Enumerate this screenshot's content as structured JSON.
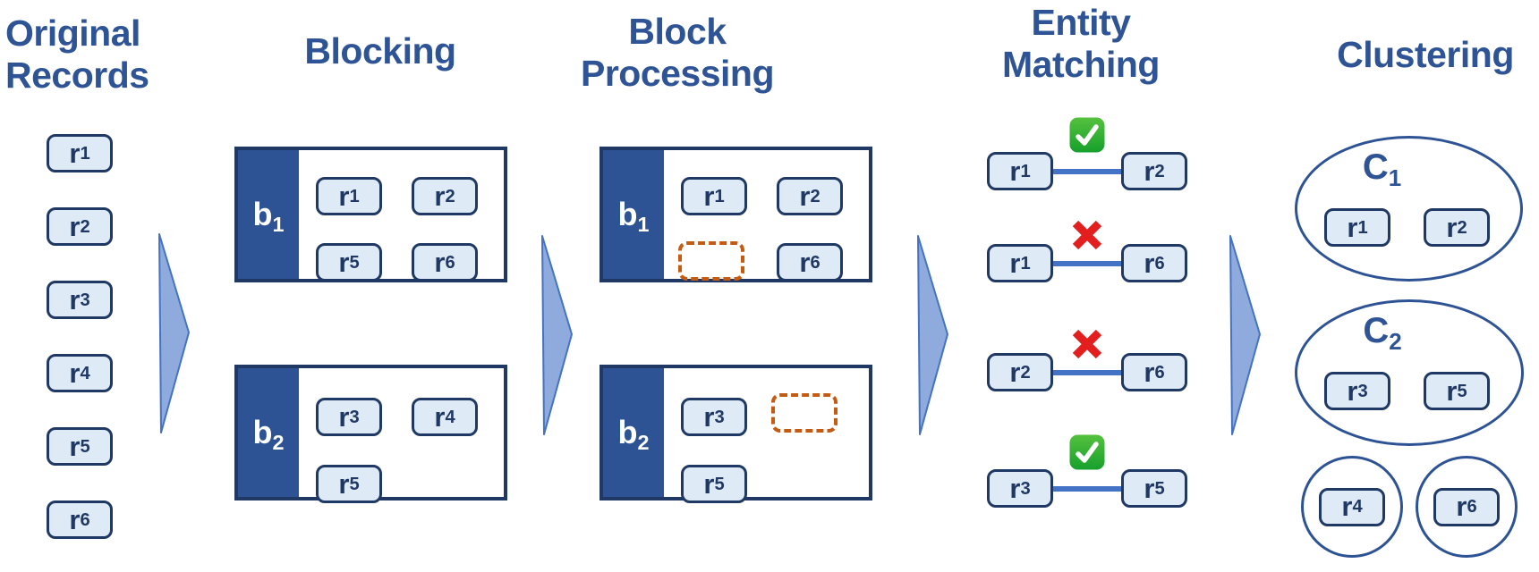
{
  "original_records": {
    "title": "Original Records",
    "items": [
      {
        "base": "r",
        "sub": "1"
      },
      {
        "base": "r",
        "sub": "2"
      },
      {
        "base": "r",
        "sub": "3"
      },
      {
        "base": "r",
        "sub": "4"
      },
      {
        "base": "r",
        "sub": "5"
      },
      {
        "base": "r",
        "sub": "6"
      }
    ]
  },
  "blocking": {
    "title": "Blocking",
    "blocks": [
      {
        "label": {
          "base": "b",
          "sub": "1"
        },
        "records": [
          {
            "base": "r",
            "sub": "1"
          },
          {
            "base": "r",
            "sub": "2"
          },
          {
            "base": "r",
            "sub": "5"
          },
          {
            "base": "r",
            "sub": "6"
          }
        ]
      },
      {
        "label": {
          "base": "b",
          "sub": "2"
        },
        "records": [
          {
            "base": "r",
            "sub": "3"
          },
          {
            "base": "r",
            "sub": "4"
          },
          {
            "base": "r",
            "sub": "5"
          }
        ]
      }
    ]
  },
  "block_processing": {
    "title": "Block Processing",
    "blocks": [
      {
        "label": {
          "base": "b",
          "sub": "1"
        },
        "records": [
          {
            "base": "r",
            "sub": "1"
          },
          {
            "base": "r",
            "sub": "2"
          },
          {
            "type": "removed-placeholder"
          },
          {
            "base": "r",
            "sub": "6"
          }
        ]
      },
      {
        "label": {
          "base": "b",
          "sub": "2"
        },
        "records": [
          {
            "base": "r",
            "sub": "3"
          },
          {
            "type": "removed-placeholder"
          },
          {
            "base": "r",
            "sub": "5"
          }
        ]
      }
    ]
  },
  "entity_matching": {
    "title": "Entity Matching",
    "pairs": [
      {
        "left": {
          "base": "r",
          "sub": "1"
        },
        "right": {
          "base": "r",
          "sub": "2"
        },
        "result": "match"
      },
      {
        "left": {
          "base": "r",
          "sub": "1"
        },
        "right": {
          "base": "r",
          "sub": "6"
        },
        "result": "no-match"
      },
      {
        "left": {
          "base": "r",
          "sub": "2"
        },
        "right": {
          "base": "r",
          "sub": "6"
        },
        "result": "no-match"
      },
      {
        "left": {
          "base": "r",
          "sub": "3"
        },
        "right": {
          "base": "r",
          "sub": "5"
        },
        "result": "match"
      }
    ]
  },
  "clustering": {
    "title": "Clustering",
    "clusters": [
      {
        "label": {
          "base": "C",
          "sub": "1"
        },
        "members": [
          {
            "base": "r",
            "sub": "1"
          },
          {
            "base": "r",
            "sub": "2"
          }
        ]
      },
      {
        "label": {
          "base": "C",
          "sub": "2"
        },
        "members": [
          {
            "base": "r",
            "sub": "3"
          },
          {
            "base": "r",
            "sub": "5"
          }
        ]
      },
      {
        "members": [
          {
            "base": "r",
            "sub": "4"
          }
        ]
      },
      {
        "members": [
          {
            "base": "r",
            "sub": "6"
          }
        ]
      }
    ]
  },
  "colors": {
    "title_text": "#2E5496",
    "record_fill": "#DEEAF6",
    "record_border": "#1F3864",
    "block_sidebar_fill": "#2E5395",
    "block_border": "#1F3864",
    "arrow_fill": "#8FAADC",
    "arrow_stroke": "#4472C4",
    "connector_line": "#4472C4",
    "removed_placeholder": "#C55A11",
    "match_icon_green": "#2FB52F",
    "no_match_icon_red": "#E31E1E"
  }
}
